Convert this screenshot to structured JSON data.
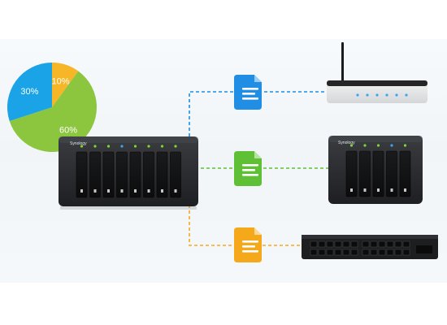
{
  "chart_data": {
    "type": "pie",
    "slices": [
      {
        "label": "10%",
        "value": 10,
        "color": "#f6b627"
      },
      {
        "label": "60%",
        "value": 60,
        "color": "#8cc63e"
      },
      {
        "label": "30%",
        "value": 30,
        "color": "#1aa3e6"
      }
    ],
    "title": "",
    "legend": "none"
  },
  "devices": {
    "main_nas": {
      "brand": "Synology",
      "drive_bays": 8
    },
    "small_nas": {
      "brand": "Synology",
      "drive_bays": 5
    },
    "router": {
      "icon": "wifi-router-icon"
    },
    "switch": {
      "icon": "network-switch-icon"
    }
  },
  "connections": [
    {
      "target": "router",
      "color": "#1f8ee4",
      "doc_icon": "document-icon-blue"
    },
    {
      "target": "small_nas",
      "color": "#5fbf35",
      "doc_icon": "document-icon-green"
    },
    {
      "target": "switch",
      "color": "#f5a91a",
      "doc_icon": "document-icon-orange"
    }
  ],
  "colors": {
    "blue": "#1f8ee4",
    "green": "#5fbf35",
    "orange": "#f5a91a",
    "device_body": "#2b2d30"
  }
}
